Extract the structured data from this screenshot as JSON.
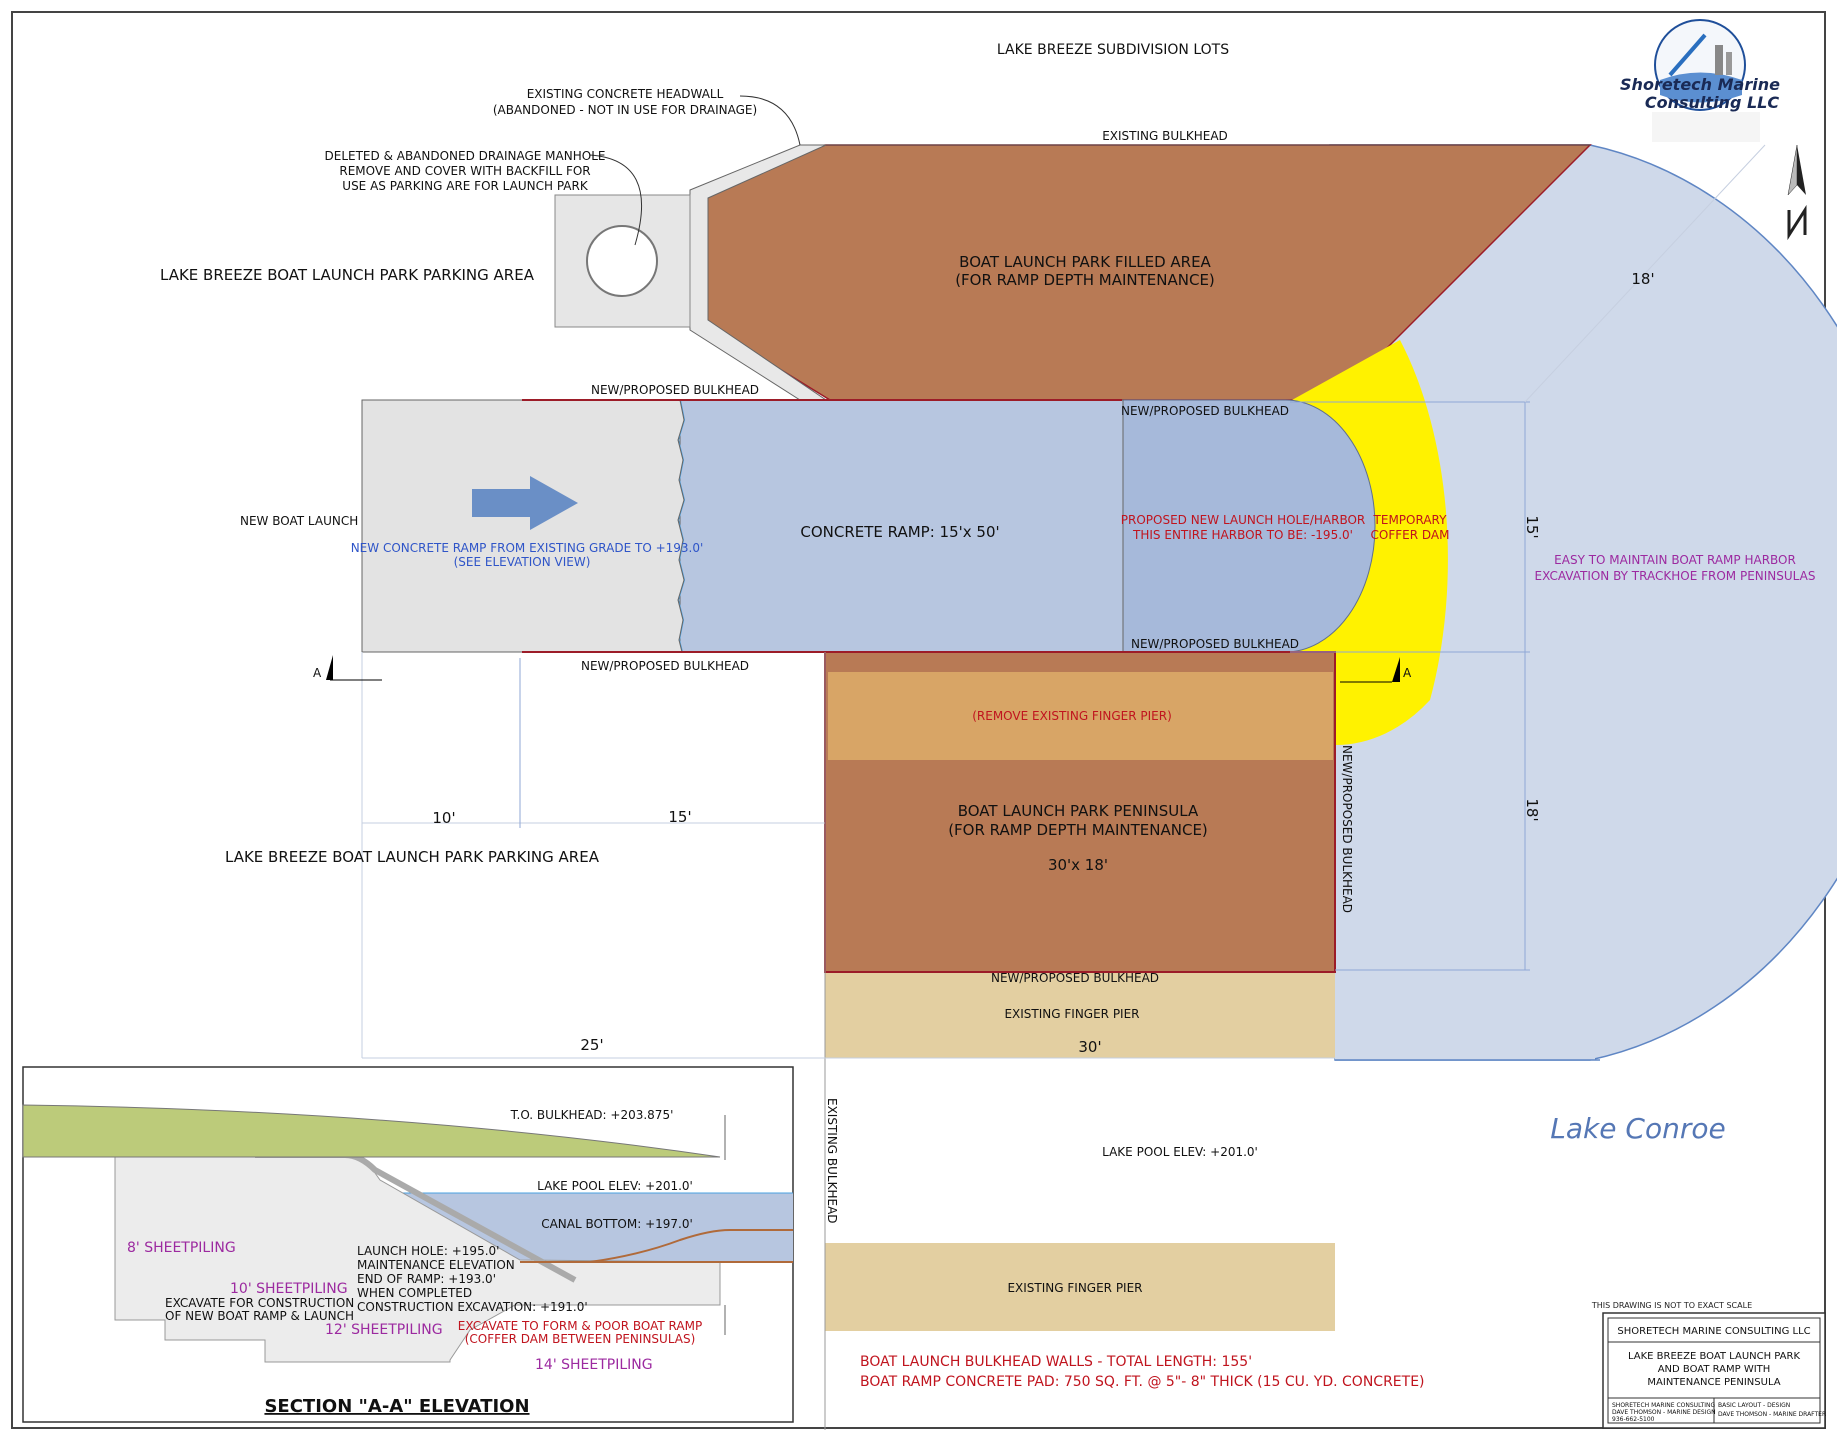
{
  "labels": {
    "subdivision_lots": "LAKE BREEZE SUBDIVISION LOTS",
    "headwall_1": "EXISTING CONCRETE HEADWALL",
    "headwall_2": "(ABANDONED - NOT IN USE FOR DRAINAGE)",
    "manhole_1": "DELETED & ABANDONED DRAINAGE MANHOLE",
    "manhole_2": "REMOVE AND COVER WITH BACKFILL FOR",
    "manhole_3": "USE AS PARKING ARE FOR LAUNCH PARK",
    "existing_bulkhead_top": "EXISTING BULKHEAD",
    "parking_top": "LAKE BREEZE BOAT LAUNCH PARK PARKING AREA",
    "filled_area_1": "BOAT LAUNCH PARK FILLED AREA",
    "filled_area_2": "(FOR RAMP DEPTH MAINTENANCE)",
    "new_bulkhead_a": "NEW/PROPOSED BULKHEAD",
    "new_bulkhead_b": "NEW/PROPOSED BULKHEAD",
    "new_bulkhead_c": "NEW/PROPOSED BULKHEAD",
    "new_bulkhead_d": "NEW/PROPOSED BULKHEAD",
    "new_bulkhead_e": "NEW/PROPOSED BULKHEAD",
    "new_bulkhead_vertical": "NEW/PROPOSED BULKHEAD",
    "new_boat_launch": "NEW BOAT LAUNCH",
    "new_ramp_1": "NEW CONCRETE RAMP FROM EXISTING GRADE TO +193.0'",
    "new_ramp_2": "(SEE ELEVATION VIEW)",
    "concrete_ramp": "CONCRETE RAMP: 15'x 50'",
    "launch_hole_1": "PROPOSED NEW LAUNCH HOLE/HARBOR",
    "launch_hole_2": "THIS ENTIRE HARBOR TO BE: -195.0'",
    "coffer_1": "TEMPORARY",
    "coffer_2": "COFFER DAM",
    "easy_1": "EASY TO MAINTAIN BOAT RAMP HARBOR",
    "easy_2": "EXCAVATION BY TRACKHOE FROM PENINSULAS",
    "section_marker_left": "A",
    "section_marker_right": "A",
    "remove_pier": "(REMOVE EXISTING FINGER PIER)",
    "peninsula_1": "BOAT LAUNCH PARK PENINSULA",
    "peninsula_2": "(FOR RAMP DEPTH MAINTENANCE)",
    "peninsula_3": "30'x 18'",
    "parking_bottom": "LAKE BREEZE BOAT LAUNCH PARK PARKING AREA",
    "existing_finger_pier_1": "EXISTING FINGER PIER",
    "existing_finger_pier_2": "EXISTING FINGER PIER",
    "existing_bulkhead_vertical": "EXISTING BULKHEAD",
    "lake_pool": "LAKE POOL ELEV: +201.0'",
    "lake_name": "Lake Conroe",
    "not_to_scale": "THIS DRAWING IS NOT TO EXACT SCALE",
    "summary_1": "BOAT LAUNCH BULKHEAD WALLS - TOTAL LENGTH: 155'",
    "summary_2": "BOAT RAMP CONCRETE PAD: 750 SQ. FT. @ 5\"- 8\" THICK (15 CU. YD. CONCRETE)"
  },
  "dimensions": {
    "d10": "10'",
    "d15_left": "15'",
    "d25": "25'",
    "d30": "30'",
    "d18_arc": "18'",
    "d15_right": "15'",
    "d18_right": "18'"
  },
  "logo": {
    "line1": "Shoretech Marine",
    "line2": "Consulting LLC"
  },
  "section": {
    "title": "SECTION \"A-A\" ELEVATION",
    "to_bulkhead": "T.O. BULKHEAD: +203.875'",
    "lake_pool": "LAKE POOL ELEV: +201.0'",
    "canal_bottom": "CANAL BOTTOM: +197.0'",
    "launch_hole": "LAUNCH HOLE: +195.0'",
    "maint_elev": "MAINTENANCE ELEVATION",
    "end_ramp": "END OF RAMP: +193.0'",
    "when_completed": "WHEN COMPLETED",
    "construction_exc": "CONSTRUCTION EXCAVATION: +191.0'",
    "excavate_1": "EXCAVATE FOR CONSTRUCTION",
    "excavate_2": "OF NEW BOAT RAMP & LAUNCH",
    "form_1": "EXCAVATE TO FORM & POOR BOAT RAMP",
    "form_2": "(COFFER DAM BETWEEN PENINSULAS)",
    "pile_8": "8' SHEETPILING",
    "pile_10": "10' SHEETPILING",
    "pile_12": "12' SHEETPILING",
    "pile_14": "14' SHEETPILING"
  },
  "title_block": {
    "company": "SHORETECH MARINE CONSULTING LLC",
    "title_1": "LAKE BREEZE BOAT LAUNCH PARK",
    "title_2": "AND BOAT RAMP WITH",
    "title_3": "MAINTENANCE PENINSULA",
    "cell_1": "SHORETECH MARINE CONSULTING",
    "cell_2": "BASIC LAYOUT - DESIGN",
    "cell_3": "DAVE THOMSON - MARINE DESIGN",
    "cell_4": "DAVE THOMSON - MARINE DRAFTER",
    "cell_5": "936-662-5100"
  },
  "colors": {
    "fill_brown": "#b87a55",
    "ramp_blue": "#b7c6e0",
    "harbor_blue": "#a6b9da",
    "lake_blue": "#cfd9ea",
    "coffer_yellow": "#fff200",
    "pier_tan": "#e3cfa1",
    "remove_pier_tan": "#d8a566",
    "bulkhead_red": "#9c1c28",
    "grass_green": "#bccb7a"
  }
}
